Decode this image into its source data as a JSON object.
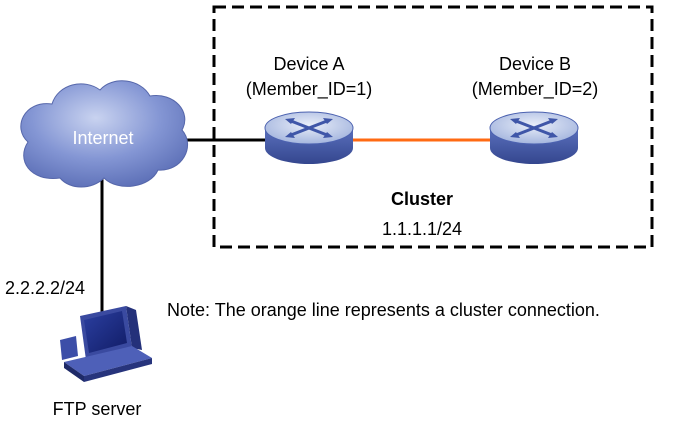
{
  "cloud": {
    "label": "Internet"
  },
  "device_a": {
    "name": "Device A",
    "member": "(Member_ID=1)"
  },
  "device_b": {
    "name": "Device B",
    "member": "(Member_ID=2)"
  },
  "cluster": {
    "label": "Cluster",
    "ip": "1.1.1.1/24"
  },
  "server": {
    "ip": "2.2.2.2/24",
    "label": "FTP server"
  },
  "note": "Note: The orange line represents a cluster connection.",
  "colors": {
    "cluster_link": "#ff6a13",
    "router_top": "#b9c8e6",
    "router_side": "#4c62b0",
    "cloud": "#6b7fc4",
    "line": "#000000"
  }
}
